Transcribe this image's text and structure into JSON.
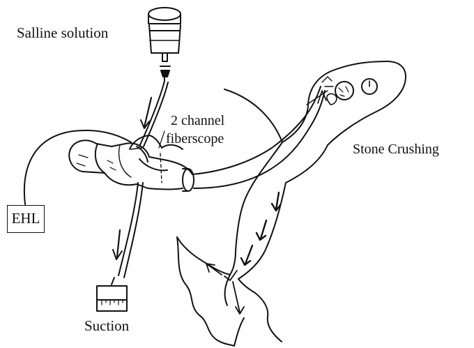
{
  "labels": {
    "saline": "Salline solution",
    "channel_line1": "2 channel",
    "channel_line2": "fiberscope",
    "stone": "Stone Crushing",
    "ehl": "EHL",
    "suction": "Suction"
  },
  "colors": {
    "ink": "#111111",
    "background": "#ffffff"
  }
}
